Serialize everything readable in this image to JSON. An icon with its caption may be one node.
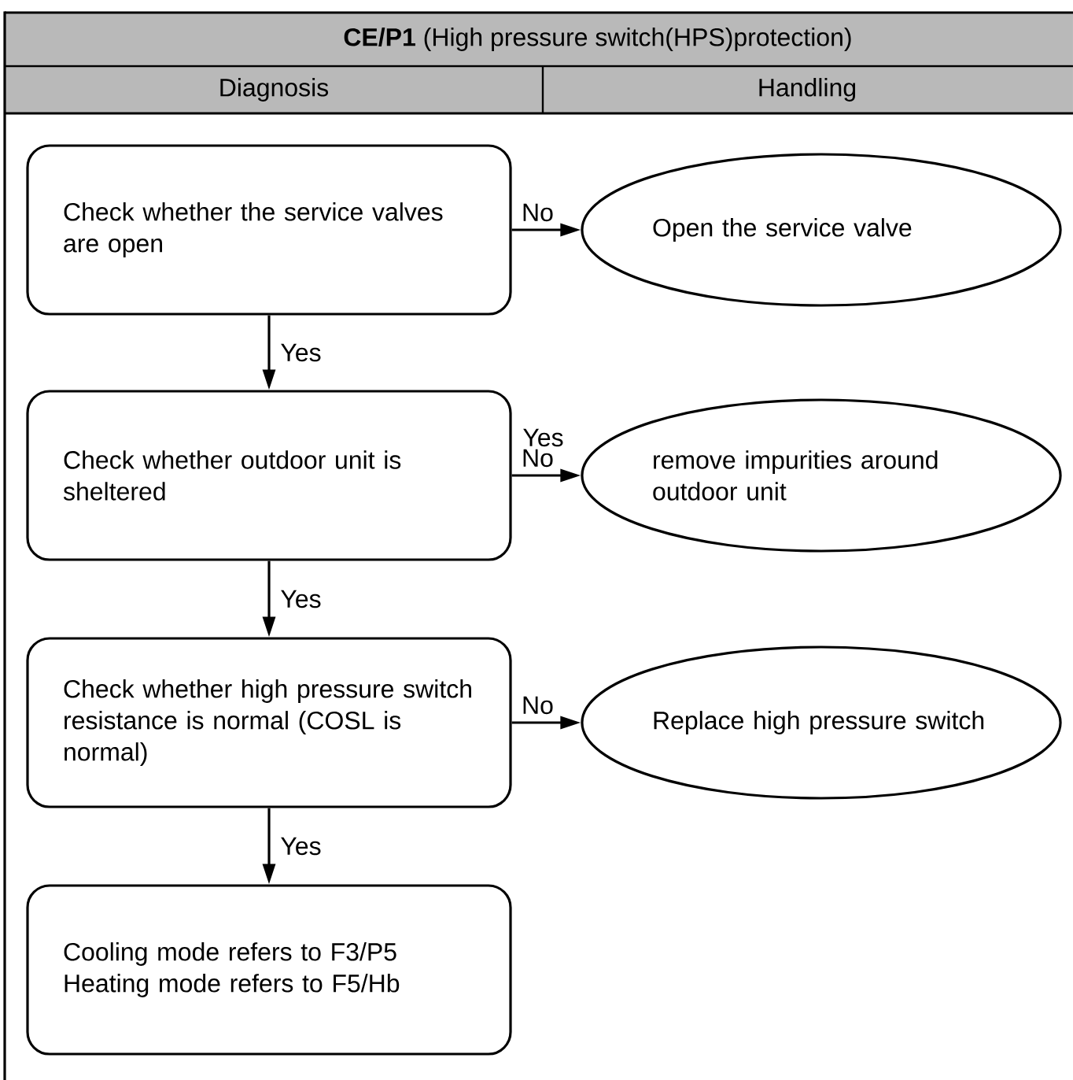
{
  "diagram": {
    "title": "**CE/P1** (High pressure switch(HPS)protection)",
    "nodes": [
      {
        "text": [
          "Check whether the service valves are open"
        ]
      },
      {
        "text": [
          "Open the service valve"
        ]
      },
      {
        "text": [
          "Check whether outdoor unit is sheltered"
        ]
      },
      {
        "text": [
          "remove impurities around outdoor unit"
        ]
      },
      {
        "text": [
          "Check whether high pressure switch resistance is normal (COSL is normal)"
        ]
      },
      {
        "text": [
          "Replace high pressure switch"
        ]
      },
      {
        "text": [
          "Cooling mode refers to F3/P5 Heating mode refers to F5/Hb"
        ]
      }
    ],
    "edges": [
      {
        "from": 0,
        "to": 1,
        "arrow": "to",
        "label": "No"
      },
      {
        "from": 0,
        "to": 2,
        "arrow": "to",
        "label": "Yes"
      },
      {
        "from": 2,
        "to": 3,
        "arrow": "to",
        "label": "No"
      },
      {
        "from": 2,
        "to": 4,
        "arrow": "to",
        "label": "Yes"
      },
      {
        "from": 4,
        "to": 5,
        "arrow": "to",
        "label": "No"
      },
      {
        "from": 4,
        "to": 6,
        "arrow": "to",
        "label": "Yes"
      }
    ],
    "labels": [
      "Diagnosis",
      "Handling",
      "Yes"
    ]
  }
}
